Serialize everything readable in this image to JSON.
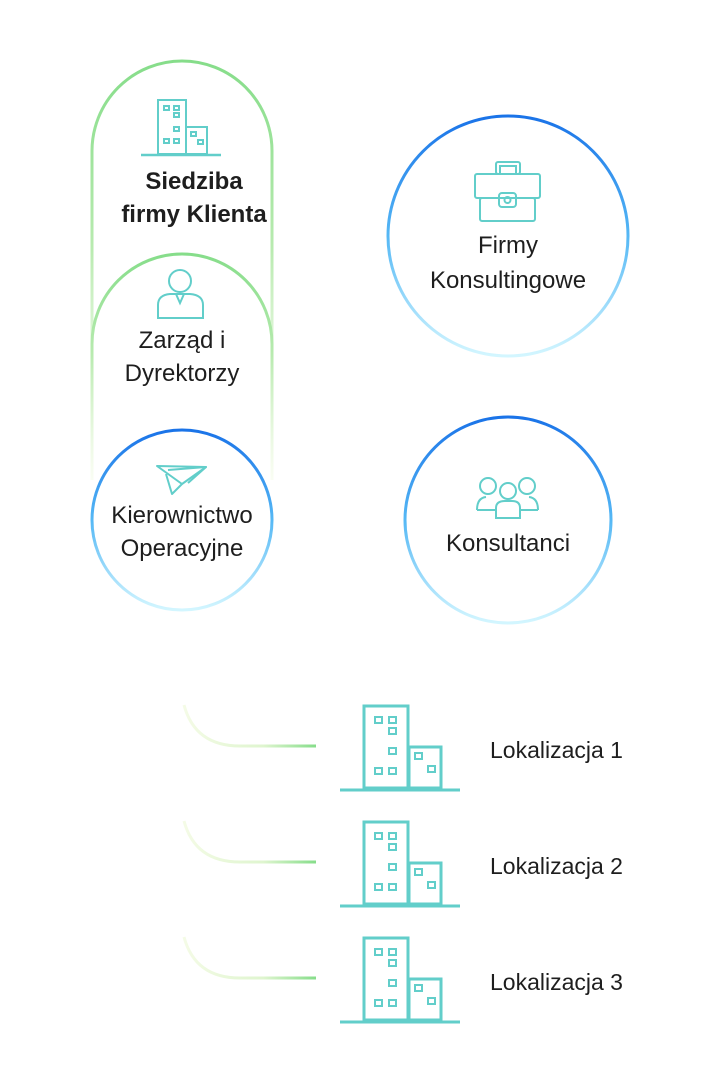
{
  "nodes": {
    "headquarters": {
      "line1": "Siedziba",
      "line2": "firmy Klienta",
      "icon": "building-icon"
    },
    "board": {
      "line1": "Zarząd i",
      "line2": "Dyrektorzy",
      "icon": "manager-icon"
    },
    "operations": {
      "line1": "Kierownictwo",
      "line2": "Operacyjne",
      "icon": "paper-plane-icon"
    },
    "consulting_firms": {
      "line1": "Firmy",
      "line2": "Konsultingowe",
      "icon": "briefcase-icon"
    },
    "consultants": {
      "line1": "Konsultanci",
      "icon": "group-icon"
    }
  },
  "locations": [
    {
      "label": "Lokalizacja 1"
    },
    {
      "label": "Lokalizacja 2"
    },
    {
      "label": "Lokalizacja 3"
    }
  ],
  "colors": {
    "green": "#86dd8a",
    "blue": "#1a73e8",
    "light_blue": "#c8f2ff",
    "icon": "#62ceca"
  }
}
